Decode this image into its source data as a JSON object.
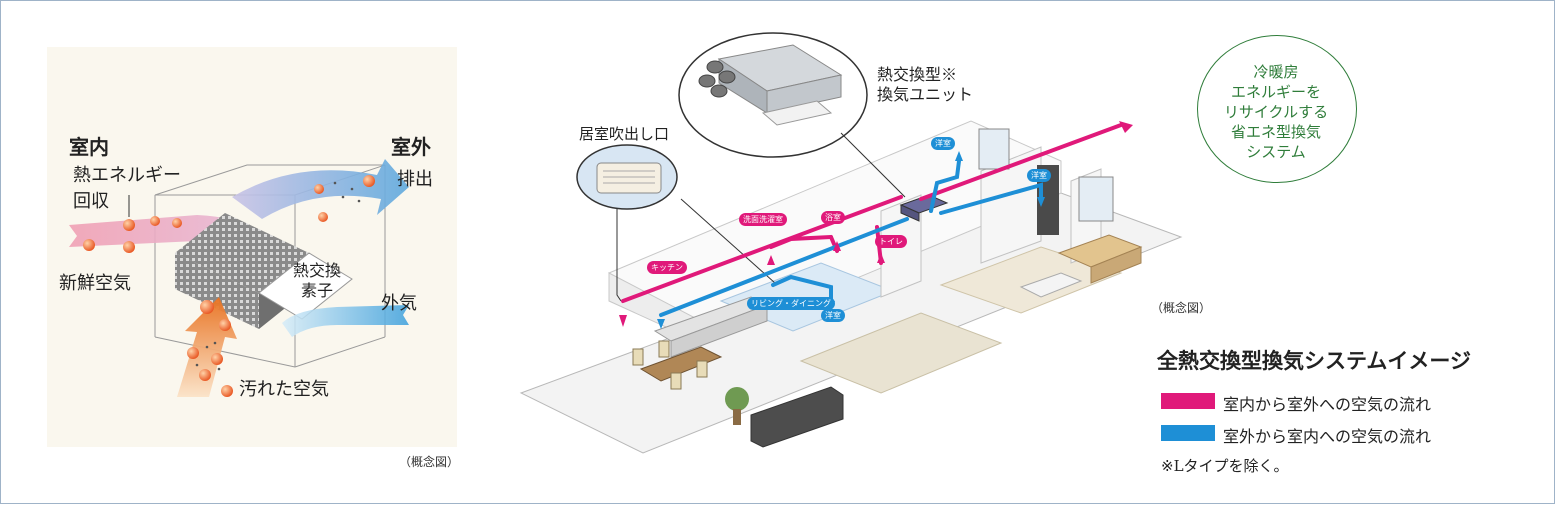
{
  "left_diagram": {
    "indoor_label": "室内",
    "outdoor_label": "室外",
    "heat_recovery_line1": "熱エネルギー",
    "heat_recovery_line2": "回収",
    "exhaust_label": "排出",
    "fresh_air_label": "新鮮空気",
    "element_line1": "熱交換",
    "element_line2": "素子",
    "outside_air_label": "外気",
    "dirty_air_label": "汚れた空気",
    "caption": "（概念図）"
  },
  "right_diagram": {
    "unit_callout_line1": "熱交換型※",
    "unit_callout_line2": "換気ユニット",
    "outlet_callout": "居室吹出し口",
    "caption": "（概念図）",
    "room_tags": {
      "western1": "洋室",
      "western2": "洋室",
      "western3": "洋室",
      "washroom": "洗面洗濯室",
      "bath": "浴室",
      "toilet": "トイレ",
      "kitchen": "キッチン",
      "living": "リビング・ダイニング"
    }
  },
  "badge": {
    "line1": "冷暖房",
    "line2": "エネルギーを",
    "line3": "リサイクルする",
    "line4": "省エネ型換気",
    "line5": "システム"
  },
  "legend": {
    "title": "全熱交換型換気システムイメージ",
    "items": [
      {
        "label": "室内から室外への空気の流れ",
        "color": "#e0197a"
      },
      {
        "label": "室外から室内への空気の流れ",
        "color": "#1e8fd6"
      }
    ],
    "note": "※Lタイプを除く。"
  },
  "colors": {
    "pink": "#e0197a",
    "blue": "#1e8fd6",
    "badge_green": "#2f7d3a"
  }
}
